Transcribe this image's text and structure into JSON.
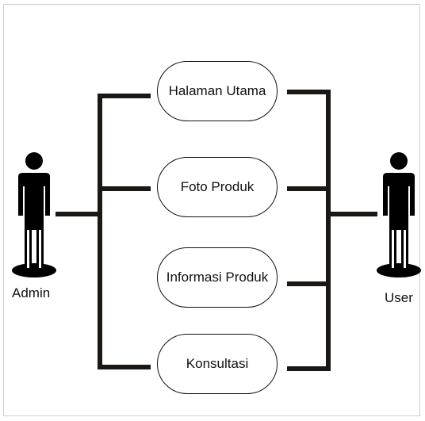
{
  "actors": {
    "left": {
      "label": "Admin"
    },
    "right": {
      "label": "User"
    }
  },
  "use_cases": [
    {
      "label": "Halaman Utama"
    },
    {
      "label": "Foto Produk"
    },
    {
      "label": "Informasi Produk"
    },
    {
      "label": "Konsultasi"
    }
  ],
  "colors": {
    "line": "#1a1714",
    "stroke": "#111111",
    "background": "#ffffff"
  },
  "icons": {
    "actor": "person-silhouette-icon"
  }
}
